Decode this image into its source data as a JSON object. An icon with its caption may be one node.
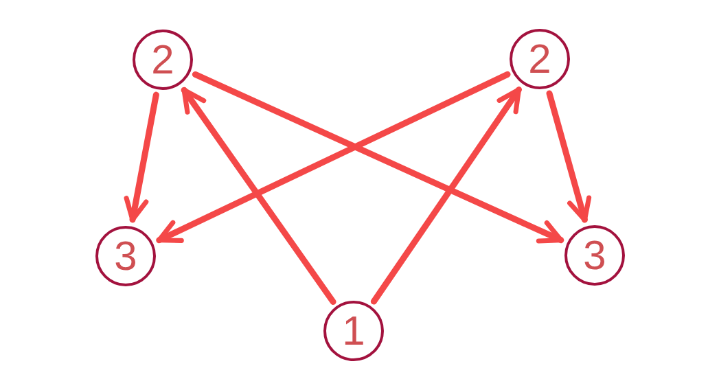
{
  "diagram": {
    "nodes": [
      {
        "text": [
          "2"
        ]
      },
      {
        "text": [
          "2"
        ]
      },
      {
        "text": [
          "3"
        ]
      },
      {
        "text": [
          "3"
        ]
      },
      {
        "text": [
          "1"
        ]
      }
    ],
    "edges": [
      {
        "from": 4,
        "to": 0,
        "arrow": "to"
      },
      {
        "from": 4,
        "to": 1,
        "arrow": "to"
      },
      {
        "from": 0,
        "to": 2,
        "arrow": "to"
      },
      {
        "from": 0,
        "to": 3,
        "arrow": "to"
      },
      {
        "from": 1,
        "to": 2,
        "arrow": "to"
      },
      {
        "from": 1,
        "to": 3,
        "arrow": "to"
      }
    ]
  }
}
